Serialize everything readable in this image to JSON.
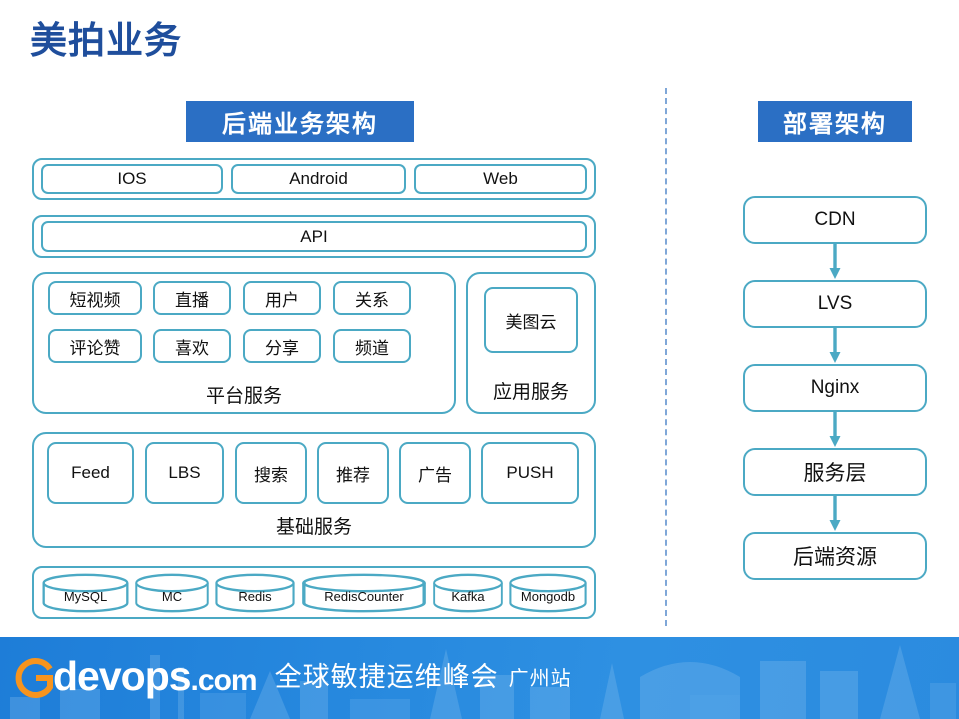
{
  "page": {
    "title": "美拍业务"
  },
  "backend": {
    "banner": "后端业务架构",
    "clients": [
      "IOS",
      "Android",
      "Web"
    ],
    "api": "API",
    "platform": {
      "caption": "平台服务",
      "tiles": [
        "短视频",
        "直播",
        "用户",
        "关系",
        "评论赞",
        "喜欢",
        "分享",
        "频道"
      ]
    },
    "appservice": {
      "caption": "应用服务",
      "tiles": [
        "美图云"
      ]
    },
    "basic": {
      "caption": "基础服务",
      "tiles": [
        "Feed",
        "LBS",
        "搜索",
        "推荐",
        "广告",
        "PUSH"
      ]
    },
    "storage": {
      "tiles": [
        "MySQL",
        "MC",
        "Redis",
        "RedisCounter",
        "Kafka",
        "Mongodb"
      ]
    }
  },
  "deployment": {
    "banner": "部署架构",
    "nodes": [
      "CDN",
      "LVS",
      "Nginx",
      "服务层",
      "后端资源"
    ]
  },
  "footer": {
    "logo_letter": "G",
    "logo_word": "devops",
    "logo_tld": ".com",
    "slogan": "全球敏捷运维峰会",
    "slogan_sub": "广州站"
  },
  "colors": {
    "title_blue": "#1F4E9C",
    "banner_blue": "#2B6FC4",
    "stroke_teal": "#4BA9C4",
    "divider_blue": "#7FA7D8",
    "footer_blue": "#2688DE",
    "logo_orange": "#F7941E"
  }
}
